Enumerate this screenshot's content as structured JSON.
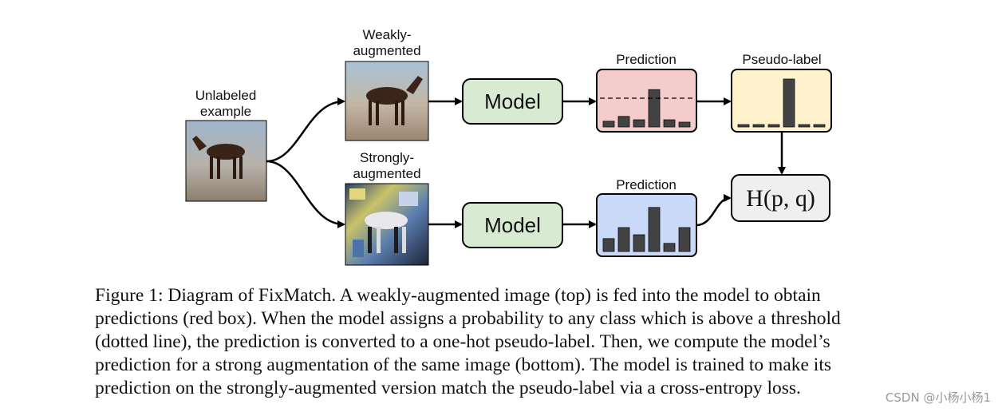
{
  "labels": {
    "unlabeled_line1": "Unlabeled",
    "unlabeled_line2": "example",
    "weak_line1": "Weakly-",
    "weak_line2": "augmented",
    "strong_line1": "Strongly-",
    "strong_line2": "augmented",
    "prediction_top": "Prediction",
    "pseudo_label": "Pseudo-label",
    "prediction_bottom": "Prediction",
    "model_top": "Model",
    "model_bottom": "Model",
    "loss": "H(p, q)"
  },
  "distributions": {
    "prediction_top": [
      0.12,
      0.22,
      0.15,
      0.78,
      0.15,
      0.1
    ],
    "pseudo_label": [
      0.05,
      0.05,
      0.05,
      1.0,
      0.05,
      0.05
    ],
    "prediction_bottom": [
      0.27,
      0.5,
      0.35,
      0.92,
      0.17,
      0.5
    ],
    "threshold": 0.6
  },
  "colors": {
    "model_fill": "#d9ead3",
    "prediction_top_fill": "#f4cccc",
    "pseudo_label_fill": "#fff2cc",
    "prediction_bottom_fill": "#c9daf8",
    "loss_fill": "#efefef",
    "bar": "#434343",
    "stroke": "#000000"
  },
  "caption": {
    "line1": "Figure 1: Diagram of FixMatch. A weakly-augmented image (top) is fed into the model to obtain",
    "line2": "predictions (red box). When the model assigns a probability to any class which is above a threshold",
    "line3": "(dotted line), the prediction is converted to a one-hot pseudo-label. Then, we compute the model’s",
    "line4": "prediction for a strong augmentation of the same image (bottom). The model is trained to make its",
    "line5": "prediction on the strongly-augmented version match the pseudo-label via a cross-entropy loss."
  },
  "watermark": "CSDN @小杨小杨1"
}
